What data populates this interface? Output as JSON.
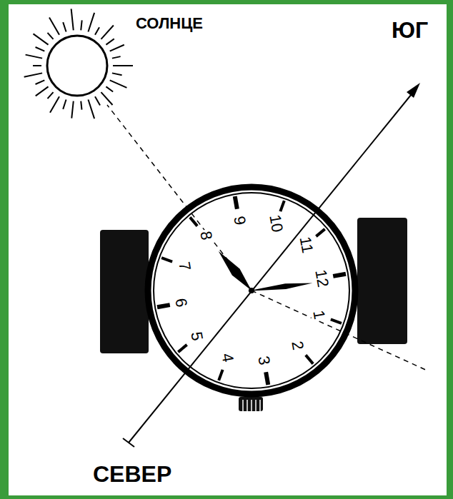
{
  "diagram": {
    "labels": [
      "СОЛНЦЕ",
      "ЮГ",
      "1",
      "2",
      "3",
      "4",
      "5",
      "6",
      "7",
      "8",
      "9",
      "10",
      "11",
      "12",
      "СЕВЕР"
    ]
  }
}
